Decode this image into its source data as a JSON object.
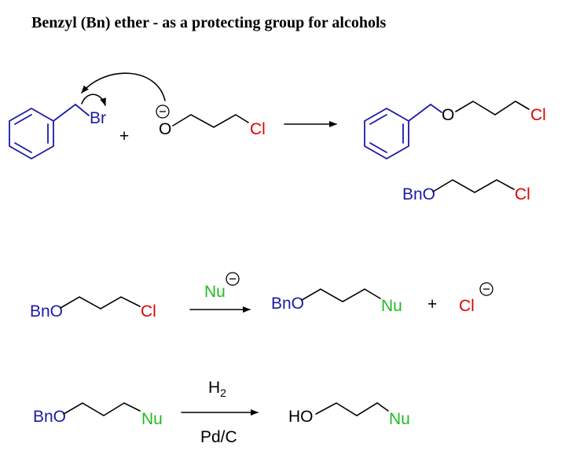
{
  "title": "Benzyl (Bn) ether - as a protecting group for alcohols",
  "labels": {
    "br": "Br",
    "o": "O",
    "cl": "Cl",
    "plus": "+",
    "bno": "BnO",
    "nu": "Nu",
    "ho": "HO",
    "h2": "H",
    "h2_sub": "2",
    "pdc": "Pd/C",
    "minus": "−"
  },
  "colors": {
    "blue": "#1a1aaa",
    "red": "#dd0000",
    "green": "#22bb22",
    "black": "#000000"
  }
}
